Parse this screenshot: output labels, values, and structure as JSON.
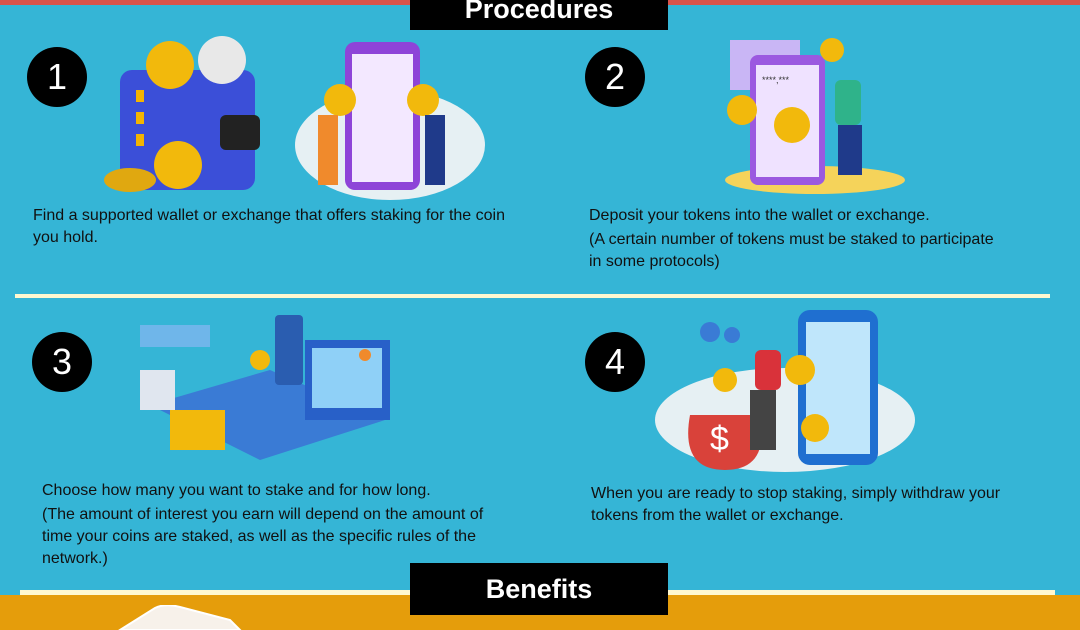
{
  "headers": {
    "procedures": "Procedures",
    "benefits": "Benefits"
  },
  "steps": [
    {
      "number": "1",
      "lines": [
        "Find a supported wallet or exchange that offers staking for the coin you hold."
      ]
    },
    {
      "number": "2",
      "lines": [
        "Deposit your tokens into the wallet or exchange.",
        "(A certain number of tokens must be staked to participate in some protocols)"
      ]
    },
    {
      "number": "3",
      "lines": [
        "Choose how many you want to stake and for how long.",
        "(The amount of interest you earn will depend on the amount of time your coins are staked, as well as the specific rules of the network.)"
      ]
    },
    {
      "number": "4",
      "lines": [
        "When you are ready to stop staking, simply withdraw your tokens from the wallet or exchange."
      ]
    }
  ],
  "phone_pin_mask": "****,***",
  "colors": {
    "background": "#35b5d6",
    "band": "#d9534a",
    "divider": "#fff8d0",
    "benefits_bg": "#e59d0b"
  }
}
